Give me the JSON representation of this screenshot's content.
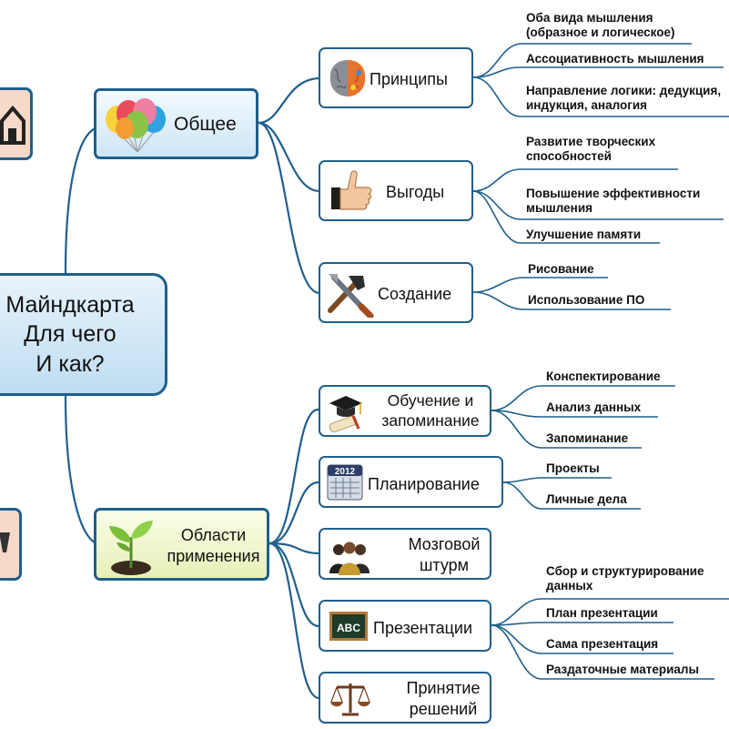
{
  "center": {
    "lines": [
      "Майндкарта",
      "Для чего",
      "И как?"
    ]
  },
  "branches": [
    {
      "label": "Общее",
      "icon": "balloons-icon",
      "children": [
        {
          "label": "Принципы",
          "icon": "brain-icon",
          "leaves": [
            "Оба вида мышления (образное и логическое)",
            "Ассоциативность мышления",
            "Направление логики: дедукция, индукция, аналогия"
          ]
        },
        {
          "label": "Выгоды",
          "icon": "thumbs-up-icon",
          "leaves": [
            "Развитие творческих способностей",
            "Повышение эффективности мышления",
            "Улучшение памяти"
          ]
        },
        {
          "label": "Создание",
          "icon": "tools-icon",
          "leaves": [
            "Рисование",
            "Использование ПО"
          ]
        }
      ]
    },
    {
      "label": "Области применения",
      "icon": "sprout-icon",
      "children": [
        {
          "label": "Обучение и запоминание",
          "icon": "graduation-cap-icon",
          "leaves": [
            "Конспектирование",
            "Анализ данных",
            "Запоминание"
          ]
        },
        {
          "label": "Планирование",
          "icon": "calendar-icon",
          "icon_text": "2012",
          "leaves": [
            "Проекты",
            "Личные дела"
          ]
        },
        {
          "label": "Мозговой штурм",
          "icon": "people-icon",
          "leaves": []
        },
        {
          "label": "Презентации",
          "icon": "chalkboard-icon",
          "icon_text": "ABC",
          "leaves": [
            "Сбор и структурирование данных",
            "План презентации",
            "Сама презентация",
            "Раздаточные материалы"
          ]
        },
        {
          "label": "Принятие решений",
          "icon": "scales-icon",
          "leaves": []
        }
      ]
    }
  ],
  "colors": {
    "line": "#1f5f8b",
    "stroke": "#1f5f8b",
    "center_fill": "#cfe6f6",
    "main_fill_1": "#dcecf8",
    "main_fill_2": "#eef5cf",
    "stub_fill": "#f6d9c9"
  }
}
